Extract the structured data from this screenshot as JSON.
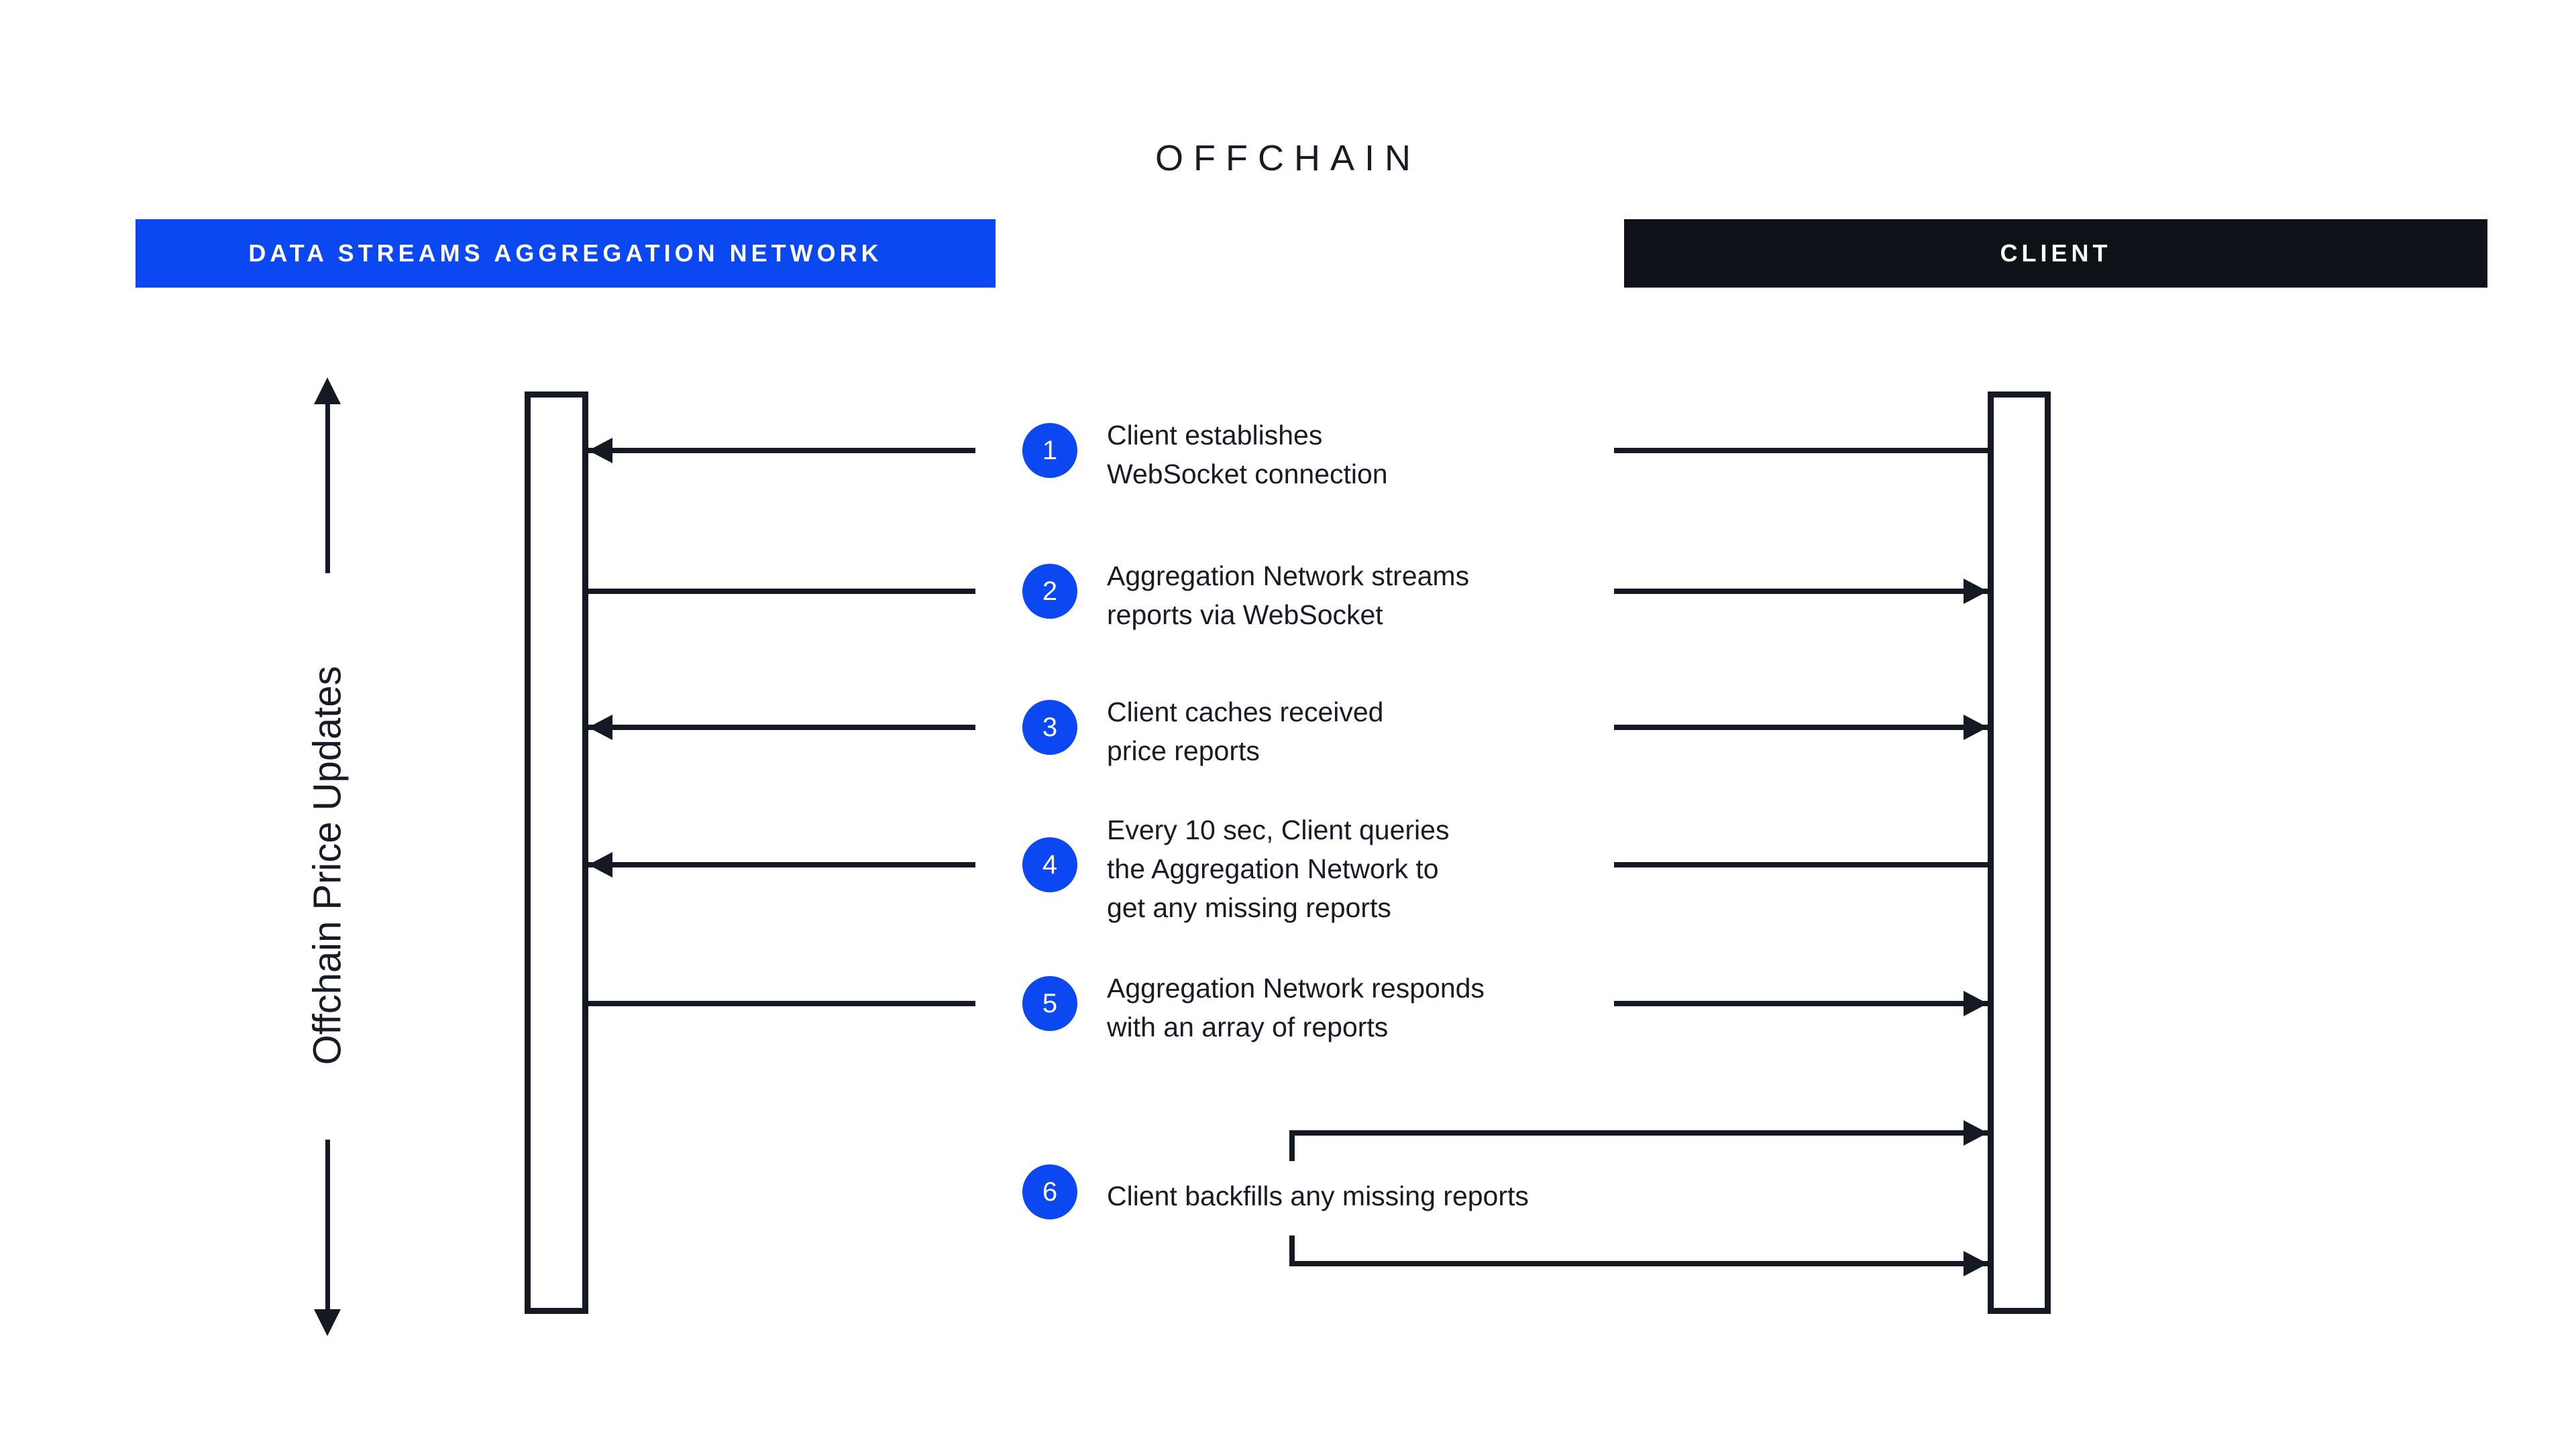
{
  "title": "OFFCHAIN",
  "colors": {
    "accent_blue": "#0c48f2",
    "client_header_bg": "#0e1117",
    "ink": "#141923",
    "background": "#ffffff"
  },
  "actors": {
    "network": {
      "label": "DATA STREAMS AGGREGATION NETWORK"
    },
    "client": {
      "label": "CLIENT"
    }
  },
  "axis": {
    "label": "Offchain Price Updates",
    "arrows": [
      "up",
      "down"
    ]
  },
  "steps": [
    {
      "number": "1",
      "text": "Client establishes\nWebSocket connection",
      "network_end": "arrowhead",
      "client_end": "plain"
    },
    {
      "number": "2",
      "text": "Aggregation Network streams\nreports via WebSocket",
      "network_end": "plain",
      "client_end": "arrowhead"
    },
    {
      "number": "3",
      "text": "Client caches received\nprice reports",
      "network_end": "arrowhead",
      "client_end": "arrowhead"
    },
    {
      "number": "4",
      "text": "Every 10 sec, Client queries\nthe Aggregation Network to\nget any missing reports",
      "network_end": "arrowhead",
      "client_end": "plain"
    },
    {
      "number": "5",
      "text": "Aggregation Network responds\nwith an array of reports",
      "network_end": "plain",
      "client_end": "arrowhead"
    },
    {
      "number": "6",
      "text": "Client backfills any missing reports",
      "network_end": "none",
      "client_end": "double-arrowhead-bracket"
    }
  ]
}
